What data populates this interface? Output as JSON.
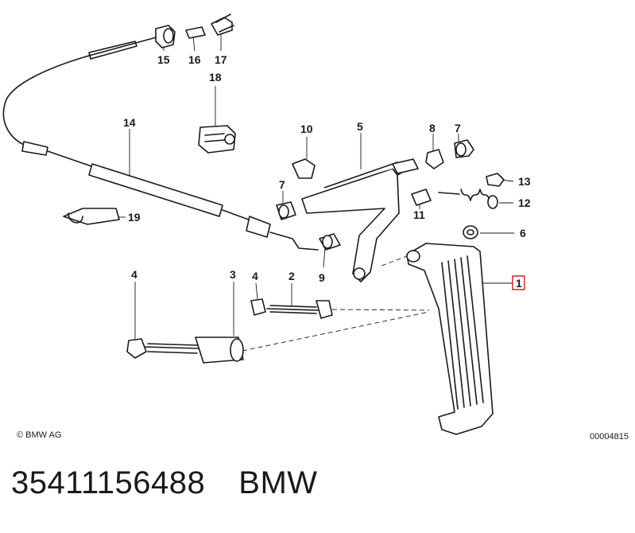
{
  "diagram": {
    "callouts": [
      "1",
      "2",
      "3",
      "4",
      "4",
      "5",
      "6",
      "7",
      "7",
      "8",
      "9",
      "10",
      "11",
      "12",
      "13",
      "14",
      "15",
      "16",
      "17",
      "18",
      "19"
    ],
    "highlighted_callout": "1",
    "copyright": "© BMW AG",
    "image_number": "00004815"
  },
  "footer": {
    "part_number": "35411156488",
    "brand": "BMW"
  },
  "colors": {
    "highlight": "#d9232a",
    "ink": "#1a1a1a"
  }
}
